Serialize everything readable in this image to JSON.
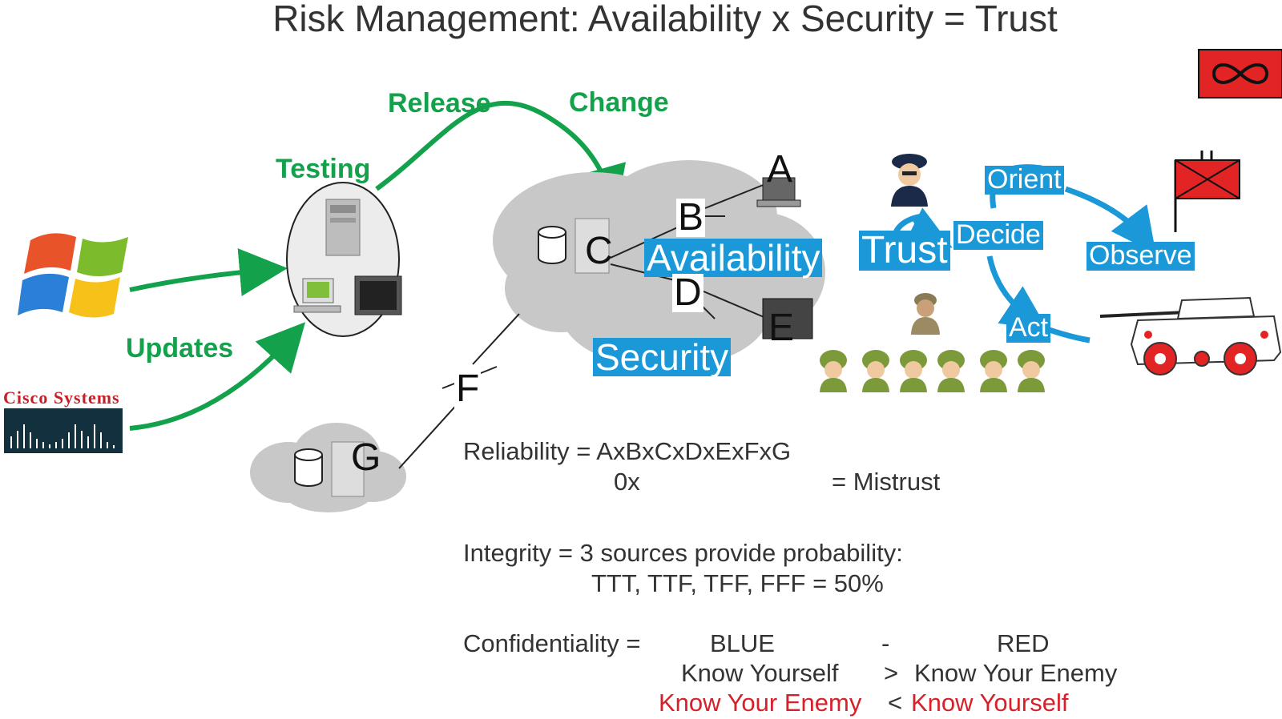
{
  "title": "Risk Management: Availability x Security = Trust",
  "labels": {
    "testing": "Testing",
    "release": "Release",
    "change": "Change",
    "updates": "Updates",
    "availability": "Availability",
    "security": "Security",
    "trust": "Trust",
    "orient": "Orient",
    "decide": "Decide",
    "observe": "Observe",
    "act": "Act"
  },
  "nodes": {
    "a": "A",
    "b": "B",
    "c": "C",
    "d": "D",
    "e": "E",
    "f": "F",
    "g": "G"
  },
  "vendors": {
    "cisco": "Cisco Systems"
  },
  "formulas": {
    "reliability": "Reliability = AxBxCxDxExFxG",
    "reliability_zero": "0x",
    "reliability_result": "= Mistrust",
    "integrity": "Integrity = 3 sources provide probability:",
    "integrity_values": "TTT, TTF, TFF, FFF = 50%",
    "confidentiality": "Confidentiality =",
    "blue": "BLUE",
    "dash": "-",
    "red": "RED",
    "know_yourself_1": "Know Yourself",
    "gt": ">",
    "know_enemy_1": "Know Your Enemy",
    "know_enemy_2": "Know Your Enemy",
    "lt": "<",
    "know_yourself_2": "Know Yourself"
  },
  "colors": {
    "green": "#13a14b",
    "blue": "#1a98d8",
    "red": "#d6202a",
    "cloud": "#c4c4c4"
  }
}
